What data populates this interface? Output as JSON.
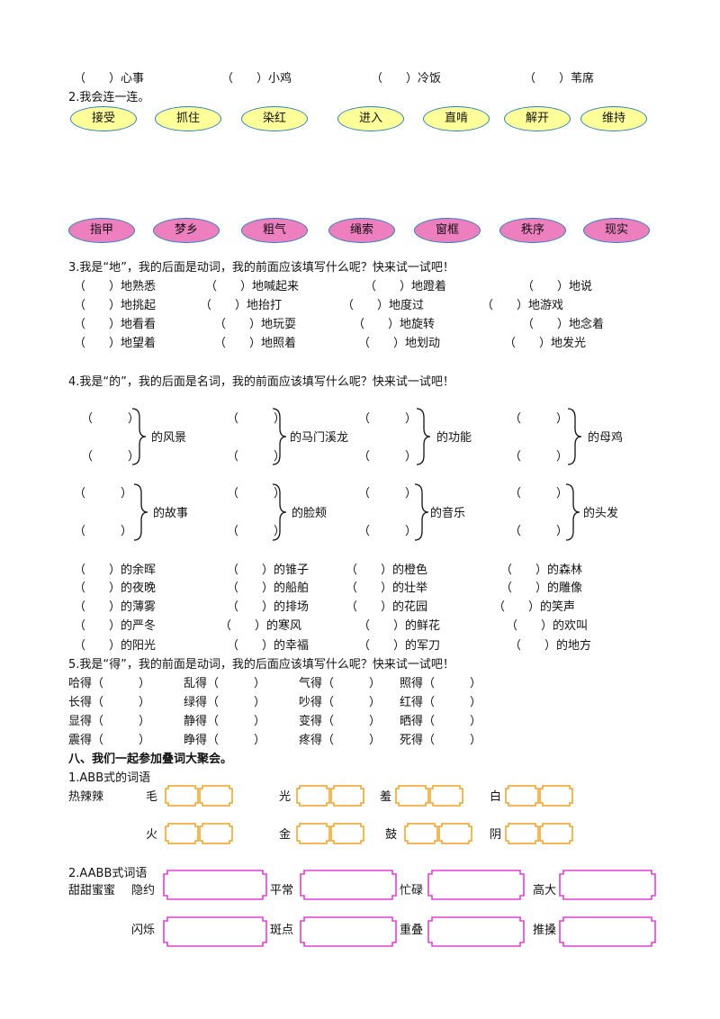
{
  "row0": [
    "（　　）心事",
    "（　　）小鸡",
    "（　　）冷饭",
    "（　　）苇席"
  ],
  "q2_title": "2.我会连一连。",
  "ovals_top": [
    "接受",
    "抓住",
    "染红",
    "进入",
    "直啃",
    "解开",
    "维持"
  ],
  "ovals_bottom": [
    "指甲",
    "梦乡",
    "粗气",
    "绳索",
    "窗框",
    "秩序",
    "现实"
  ],
  "q3_title": "3.我是“地”，我的后面是动词，我的前面应该填写什么呢？快来试一试吧！",
  "q3_rows": [
    [
      "（　　）地熟悉",
      "（　　）地喊起来",
      "（　　）地蹬着",
      "（　　）地说"
    ],
    [
      "（　　）地挑起",
      "（　　）地抬打",
      "（　　）地度过",
      "（　　）地游戏"
    ],
    [
      "（　　）地看看",
      "（　　）地玩耍",
      "（　　）地旋转",
      "（　　）地念着"
    ],
    [
      "（　　）地望着",
      "（　　）地照着",
      "（　　）地划动",
      "（　　）地发光"
    ]
  ],
  "q4_title": "4.我是“的”，我的后面是名词，我的前面应该填写什么呢？快来试一试吧！",
  "paren": "（　　　）",
  "q4_group1": [
    "的风景",
    "的马门溪龙",
    "的功能",
    "的母鸡"
  ],
  "q4_group2": [
    "的故事",
    "的脸颊",
    "的音乐",
    "的头发"
  ],
  "q4_rows": [
    [
      "（　　）的余晖",
      "（　　）的锥子",
      "（　　）的橙色",
      "（　　）的森林"
    ],
    [
      "（　　）的夜晚",
      "（　　）的船舶",
      "（　　）的壮举",
      "（　　）的雕像"
    ],
    [
      "（　　）的薄雾",
      "（　　）的排场",
      "（　　）的花园",
      "（　　）的笑声"
    ],
    [
      "（　　）的严冬",
      "（　　）的寒风",
      "（　　）的鲜花",
      "（　　）的欢叫"
    ],
    [
      "（　　）的阳光",
      "（　　）的幸福",
      "（　　）的军刀",
      "（　　）的地方"
    ]
  ],
  "q5_title": "5.我是“得”，我的前面是动词，我的后面应该填写什么呢？快来试一试吧！",
  "q5_rows": [
    [
      "哈得（　　　）",
      "乱得（　　　）",
      "气得（　　　）",
      "照得（　　　）"
    ],
    [
      "长得（　　　）",
      "绿得（　　　）",
      "吵得（　　　）",
      "红得（　　　）"
    ],
    [
      "显得（　　　）",
      "静得（　　　）",
      "变得（　　　）",
      "晒得（　　　）"
    ],
    [
      "震得（　　　）",
      "睁得（　　　）",
      "疼得（　　　）",
      "死得（　　　）"
    ]
  ],
  "sec8_title": "八、我们一起参加叠词大聚会。",
  "abb_title": "1.ABB式的词语",
  "abb_example": "热辣辣",
  "abb_row1": [
    "毛",
    "光",
    "羞",
    "白"
  ],
  "abb_row2": [
    "火",
    "金",
    "鼓",
    "阴"
  ],
  "aabb_title": "2.AABB式词语",
  "aabb_example": "甜甜蜜蜜",
  "aabb_row1": [
    "隐约",
    "平常",
    "忙碌",
    "高大"
  ],
  "aabb_row2": [
    "闪烁",
    "斑点",
    "重叠",
    "推搡"
  ],
  "colors": {
    "oval_top": "#ffff99",
    "oval_bottom": "#ee7fbf",
    "oval_border": "#2b7fbf",
    "abb_box": "#f0a020",
    "aabb_box": "#e040d8"
  }
}
